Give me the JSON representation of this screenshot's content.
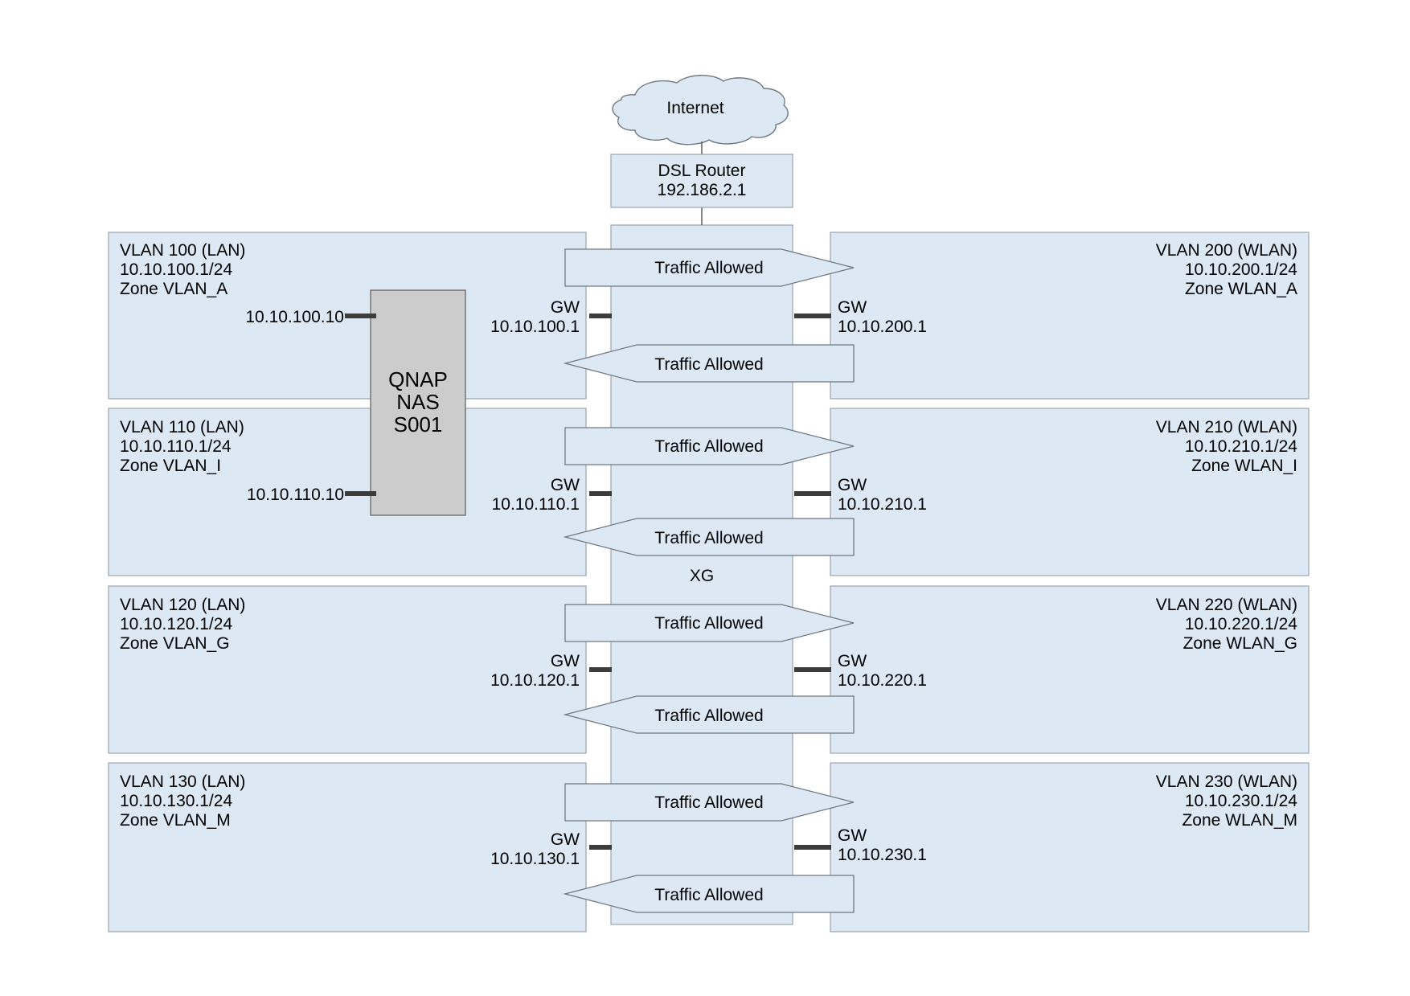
{
  "internet": {
    "label": "Internet"
  },
  "router": {
    "name": "DSL Router",
    "ip": "192.186.2.1"
  },
  "firewall": {
    "label": "XG"
  },
  "traffic_label": "Traffic Allowed",
  "gateway_label": "GW",
  "lan_zones": [
    {
      "title": "VLAN 100 (LAN)",
      "subnet": "10.10.100.1/24",
      "zone": "Zone VLAN_A",
      "gw": "10.10.100.1"
    },
    {
      "title": "VLAN 110 (LAN)",
      "subnet": "10.10.110.1/24",
      "zone": "Zone VLAN_I",
      "gw": "10.10.110.1"
    },
    {
      "title": "VLAN 120 (LAN)",
      "subnet": "10.10.120.1/24",
      "zone": "Zone VLAN_G",
      "gw": "10.10.120.1"
    },
    {
      "title": "VLAN 130 (LAN)",
      "subnet": "10.10.130.1/24",
      "zone": "Zone VLAN_M",
      "gw": "10.10.130.1"
    }
  ],
  "wlan_zones": [
    {
      "title": "VLAN 200 (WLAN)",
      "subnet": "10.10.200.1/24",
      "zone": "Zone WLAN_A",
      "gw": "10.10.200.1"
    },
    {
      "title": "VLAN 210 (WLAN)",
      "subnet": "10.10.210.1/24",
      "zone": "Zone WLAN_I",
      "gw": "10.10.210.1"
    },
    {
      "title": "VLAN 220 (WLAN)",
      "subnet": "10.10.220.1/24",
      "zone": "Zone WLAN_G",
      "gw": "10.10.220.1"
    },
    {
      "title": "VLAN 230 (WLAN)",
      "subnet": "10.10.230.1/24",
      "zone": "Zone WLAN_M",
      "gw": "10.10.230.1"
    }
  ],
  "nas": {
    "line1": "QNAP",
    "line2": "NAS",
    "line3": "S001",
    "ip_vlan100": "10.10.100.10",
    "ip_vlan110": "10.10.110.10"
  }
}
